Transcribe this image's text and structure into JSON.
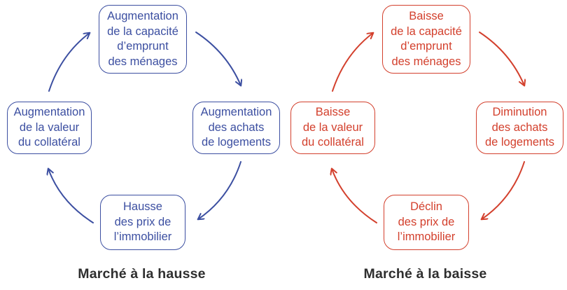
{
  "colors": {
    "up": "#3c4fa1",
    "down": "#d3402d",
    "caption": "#2e2e2e",
    "background": "#ffffff"
  },
  "diagrams": [
    {
      "id": "up-market",
      "caption": "Marché à la hausse",
      "nodes": {
        "top": "Augmentation\nde la capacité\nd’emprunt\ndes ménages",
        "right": "Augmentation\ndes achats\nde logements",
        "bottom": "Hausse\ndes prix de\nl’immobilier",
        "left": "Augmentation\nde la valeur\ndu collatéral"
      }
    },
    {
      "id": "down-market",
      "caption": "Marché à la baisse",
      "nodes": {
        "top": "Baisse\nde la capacité\nd’emprunt\ndes ménages",
        "right": "Diminution\ndes achats\nde logements",
        "bottom": "Déclin\ndes prix de\nl’immobilier",
        "left": "Baisse\nde la valeur\ndu collatéral"
      }
    }
  ]
}
